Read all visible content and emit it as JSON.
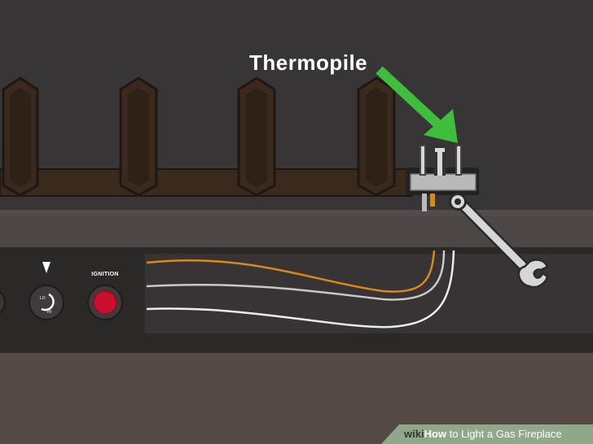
{
  "callout": {
    "label": "Thermopile",
    "arrow_color": "#3dbe3d"
  },
  "control_panel": {
    "ignition_label": "IGNITION",
    "ignition_button_color": "#c8102e",
    "knob_markings": [
      "LO",
      "HI"
    ]
  },
  "wires": {
    "colors": [
      "#d9891b",
      "#c9c9c9",
      "#e8eef0"
    ]
  },
  "watermark": {
    "brand": "wiki",
    "title_bold": "How",
    "title_rest": " to Light a Gas Fireplace"
  }
}
